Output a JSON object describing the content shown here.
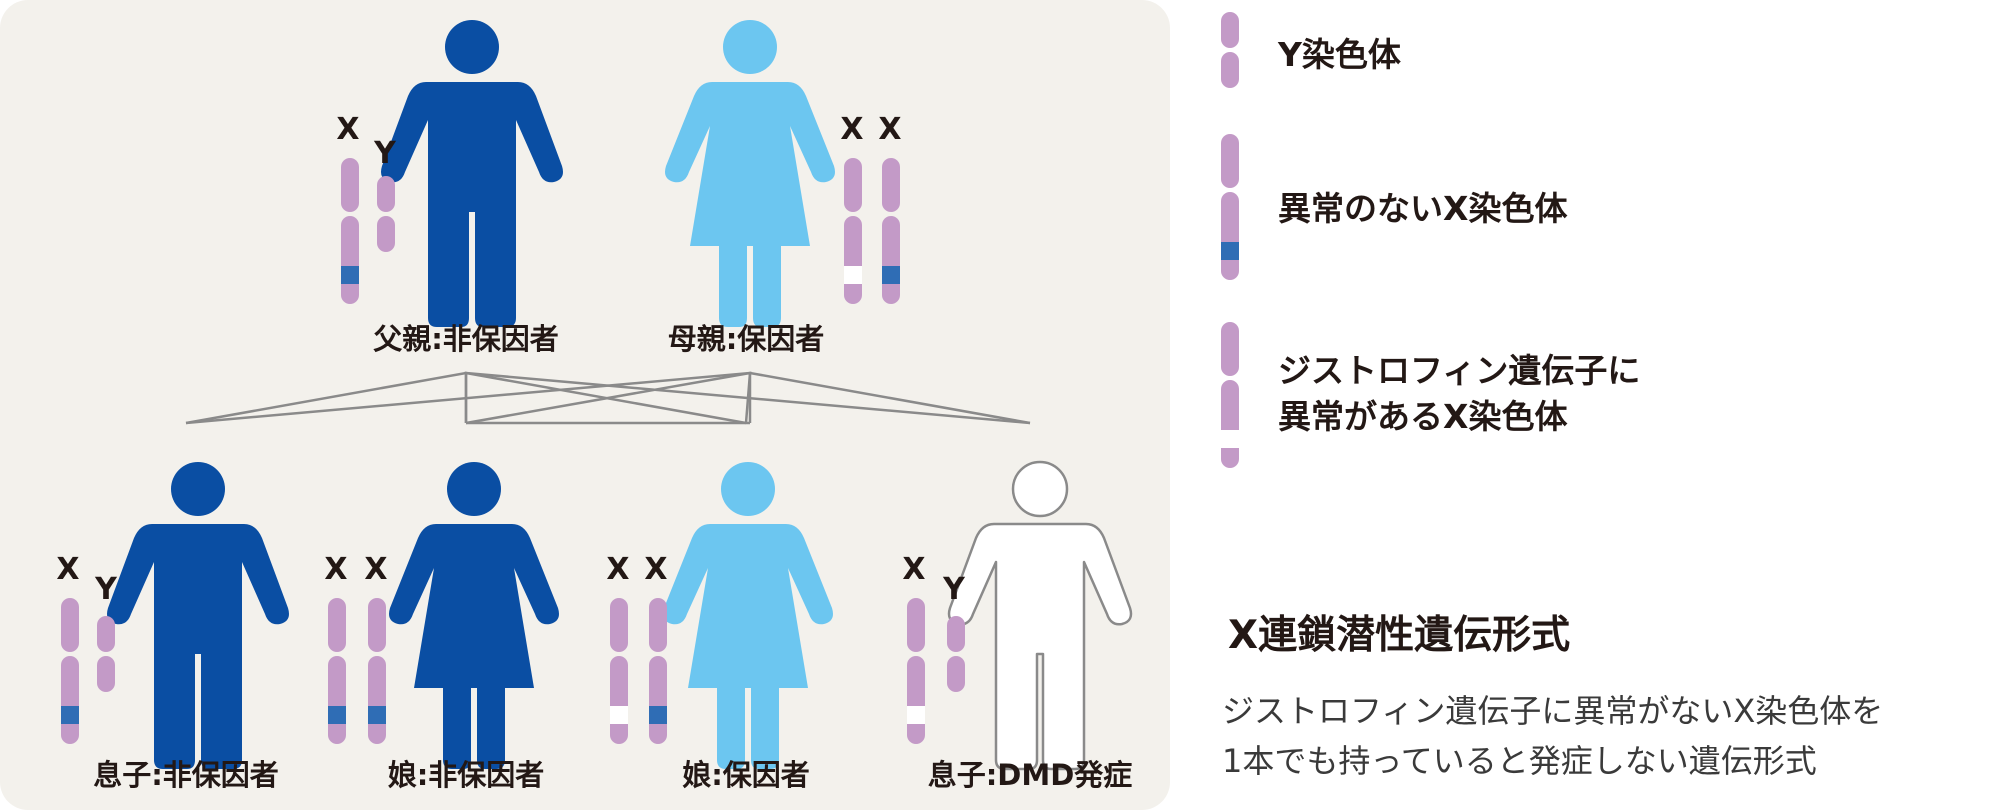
{
  "chromosome_letters": {
    "x": "X",
    "y": "Y"
  },
  "figures": {
    "father": {
      "label": "父親:非保因者",
      "color": "#0a4ea3",
      "sex": "male"
    },
    "mother": {
      "label": "母親:保因者",
      "color": "#6cc6f0",
      "sex": "female"
    },
    "son1": {
      "label": "息子:非保因者",
      "color": "#0a4ea3",
      "sex": "male"
    },
    "daughter1": {
      "label": "娘:非保因者",
      "color": "#0a4ea3",
      "sex": "female"
    },
    "daughter2": {
      "label": "娘:保因者",
      "color": "#6cc6f0",
      "sex": "female"
    },
    "son2": {
      "label": "息子:DMD発症",
      "color": "#ffffff",
      "sex": "male"
    }
  },
  "colors": {
    "chromosome": "#c39ac7",
    "normal_band": "#2f6db5",
    "abnormal_band": "#ffffff",
    "panel": "#f3f1ec",
    "lines": "#8a8a8a"
  },
  "legend": {
    "y_chromosome": "Y染色体",
    "normal_x": "異常のないX染色体",
    "abnormal_x_line1": "ジストロフィン遺伝子に",
    "abnormal_x_line2": "異常があるX染色体"
  },
  "inheritance": {
    "title": "X連鎖潜性遺伝形式",
    "description_line1": "ジストロフィン遺伝子に異常がないX染色体を",
    "description_line2": "1本でも持っていると発症しない遺伝形式"
  }
}
